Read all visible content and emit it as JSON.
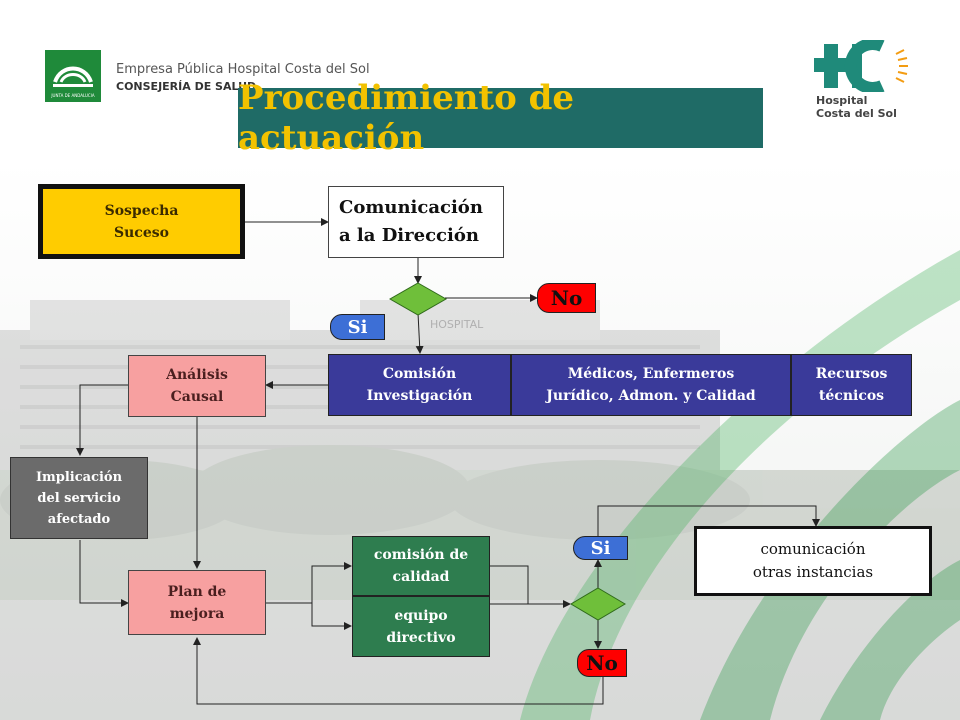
{
  "header": {
    "org_line1": "Empresa Pública Hospital Costa del Sol",
    "org_line2": "CONSEJERÍA DE SALUD",
    "junta_caption": "JUNTA DE ANDALUCIA",
    "hospital_line1": "Hospital",
    "hospital_line2": "Costa del Sol",
    "hcs_mark": "HC"
  },
  "title": "Procedimiento de actuación",
  "background_sign": "HOSPITAL",
  "nodes": {
    "sospecha": [
      "Sospecha",
      "Suceso"
    ],
    "comunicacion": [
      "Comunicación",
      "a la Dirección"
    ],
    "no_top": "No",
    "si_top": "Si",
    "comision": [
      "Comisión",
      "Investigación"
    ],
    "medicos": [
      "Médicos, Enfermeros",
      "Jurídico, Admon. y Calidad"
    ],
    "recursos": [
      "Recursos",
      "técnicos"
    ],
    "analisis": [
      "Análisis",
      "Causal"
    ],
    "implicacion": [
      "Implicación",
      "del servicio",
      "afectado"
    ],
    "plan": [
      "Plan de",
      "mejora"
    ],
    "comision_calidad": [
      "comisión de",
      "calidad"
    ],
    "equipo": [
      "equipo",
      "directivo"
    ],
    "si_bottom": "Si",
    "no_bottom": "No",
    "otras": [
      "comunicación",
      "otras instancias"
    ]
  },
  "colors": {
    "title_bg": "#1f6b66",
    "title_text": "#f2c200",
    "yellow": "#ffcc00",
    "navy": "#3a3a9a",
    "pink": "#f7a0a0",
    "green": "#2e7d4f",
    "gray": "#6b6b6b",
    "diamond": "#6fbf3a",
    "red": "#ff0000",
    "pill_blue": "#3d6fd6"
  }
}
